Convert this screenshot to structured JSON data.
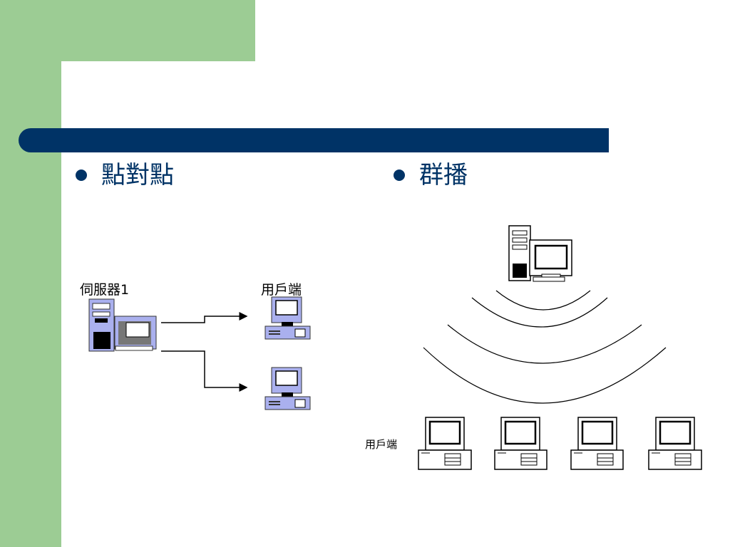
{
  "slide": {
    "bullets": [
      {
        "label": "點對點"
      },
      {
        "label": "群播"
      }
    ]
  },
  "diagram": {
    "unicast": {
      "server_label": "伺服器1",
      "client_label": "用戶端"
    },
    "multicast": {
      "client_label": "用戶端"
    }
  },
  "colors": {
    "green_accent": "#9ccc94",
    "title_bar": "#003366",
    "bullet_text": "#003366",
    "device_highlight": "#aab0ee"
  }
}
